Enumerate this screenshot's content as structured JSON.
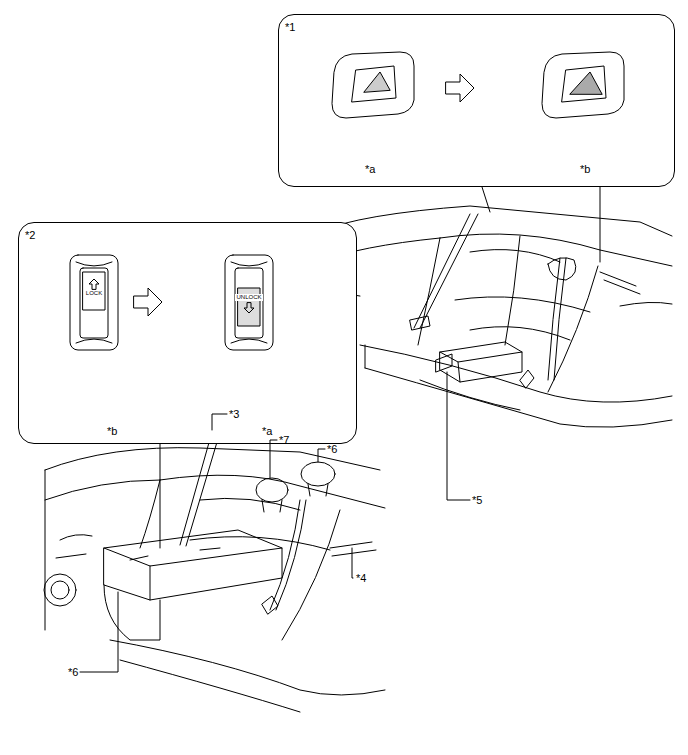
{
  "diagram": {
    "nodes": [
      {
        "text": [
          "*1",
          "*a",
          "*b"
        ]
      },
      {
        "text": [
          "*2",
          "*b",
          "*a"
        ]
      }
    ],
    "labels": [
      "*3",
      "*7",
      "*6",
      "*4",
      "*6",
      "*5",
      "LOCK",
      "UNLOCK"
    ]
  }
}
